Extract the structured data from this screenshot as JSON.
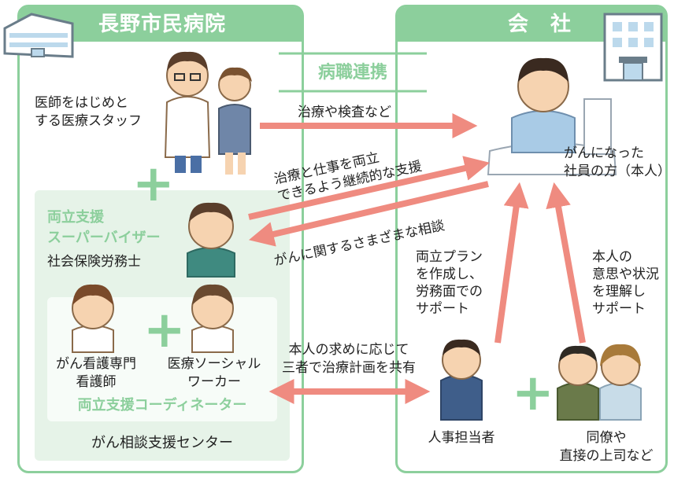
{
  "hospital": {
    "title": "長野市民病院",
    "medical_staff": [
      "医師をはじめと",
      "する医療スタッフ"
    ],
    "supervisor_role": [
      "両立支援",
      "スーパーバイザー"
    ],
    "supervisor_name": "社会保険労務士",
    "nurse_label": [
      "がん看護専門",
      "看護師"
    ],
    "social_worker_label": [
      "医療ソーシャル",
      "ワーカー"
    ],
    "coordinator_label": "両立支援コーディネーター",
    "center_label": "がん相談支援センター"
  },
  "company": {
    "title": "会　社",
    "patient_label": [
      "がんになった",
      "社員の方（本人）"
    ],
    "hr_label": "人事担当者",
    "colleagues_label": [
      "同僚や",
      "直接の上司など"
    ],
    "hr_support": [
      "両立プラン",
      "を作成し、",
      "労務面での",
      "サポート"
    ],
    "colleague_support": [
      "本人の",
      "意思や状況",
      "を理解し",
      "サポート"
    ]
  },
  "links": {
    "cooperation": "病職連携",
    "treatment": "治療や検査など",
    "continuous_support": [
      "治療と仕事を両立",
      "できるよう継続的な支援"
    ],
    "consultation": "がんに関するさまざまな相談",
    "shared_plan": [
      "本人の求めに応じて",
      "三者で治療計画を共有"
    ]
  },
  "colors": {
    "panel_green": "#8ccf9c",
    "arrow": "#ef8b80"
  }
}
